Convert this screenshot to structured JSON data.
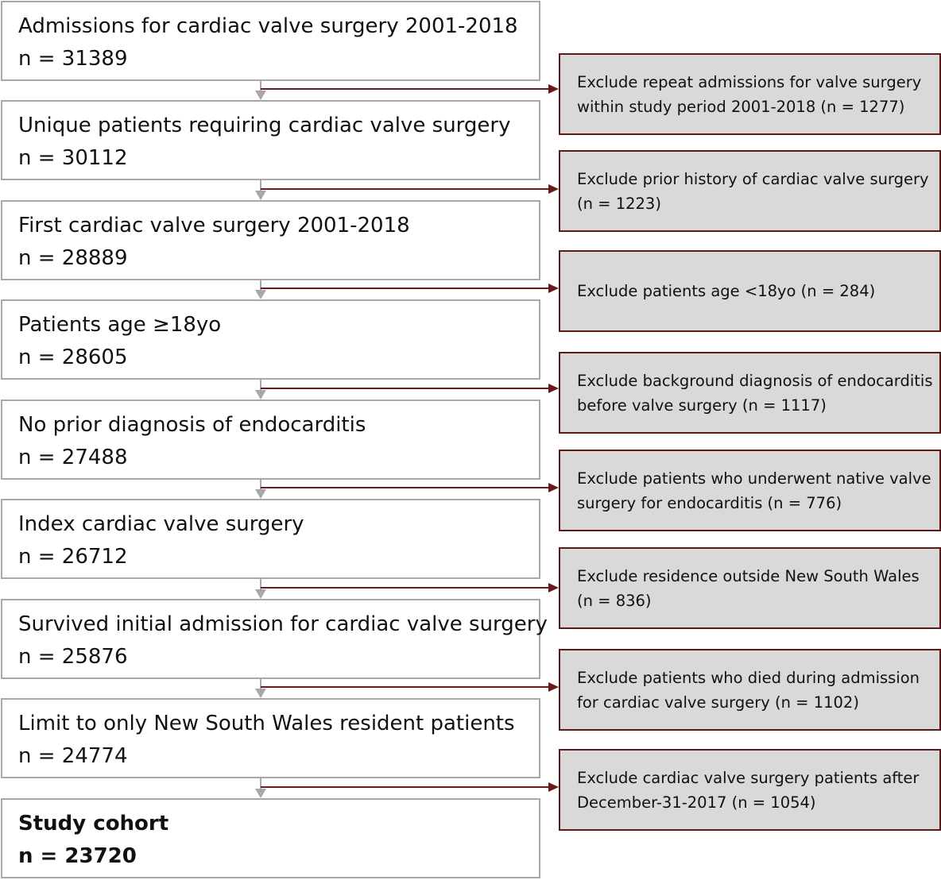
{
  "steps": [
    {
      "label": "Admissions for cardiac valve surgery 2001-2018",
      "n": "n = 31389"
    },
    {
      "label": "Unique patients requiring cardiac valve surgery",
      "n": "n = 30112"
    },
    {
      "label": "First cardiac valve surgery 2001-2018",
      "n": "n = 28889"
    },
    {
      "label": "Patients age ≥18yo",
      "n": "n = 28605"
    },
    {
      "label": "No prior diagnosis of endocarditis",
      "n": "n = 27488"
    },
    {
      "label": "Index cardiac valve surgery",
      "n": "n = 26712"
    },
    {
      "label": "Survived initial admission for cardiac valve surgery",
      "n": "n = 25876"
    },
    {
      "label": "Limit to only New South Wales resident patients",
      "n": "n = 24774"
    },
    {
      "label": "Study cohort",
      "n": "n = 23720"
    }
  ],
  "exclusions": [
    {
      "line1": "Exclude repeat admissions for valve surgery",
      "line2": "within study period 2001-2018 (n = 1277)"
    },
    {
      "line1": "Exclude prior history of cardiac valve surgery",
      "line2": "(n = 1223)"
    },
    {
      "line1": "Exclude patients age <18yo (n = 284)",
      "line2": ""
    },
    {
      "line1": "Exclude background diagnosis of endocarditis",
      "line2": "before valve surgery (n = 1117)"
    },
    {
      "line1": "Exclude patients who underwent native valve",
      "line2": "surgery for endocarditis (n = 776)"
    },
    {
      "line1": "Exclude residence outside New South Wales",
      "line2": "(n = 836)"
    },
    {
      "line1": "Exclude patients who died during admission",
      "line2": "for cardiac valve surgery (n = 1102)"
    },
    {
      "line1": "Exclude cardiac valve surgery patients after",
      "line2": "December-31-2017 (n = 1054)"
    }
  ],
  "colors": {
    "step_border": "#a8a8a8",
    "exclusion_border": "#5a1a1a",
    "exclusion_fill": "#d9d9d9",
    "down_arrow": "#a8a8a8",
    "side_arrow": "#6b1a1a"
  }
}
